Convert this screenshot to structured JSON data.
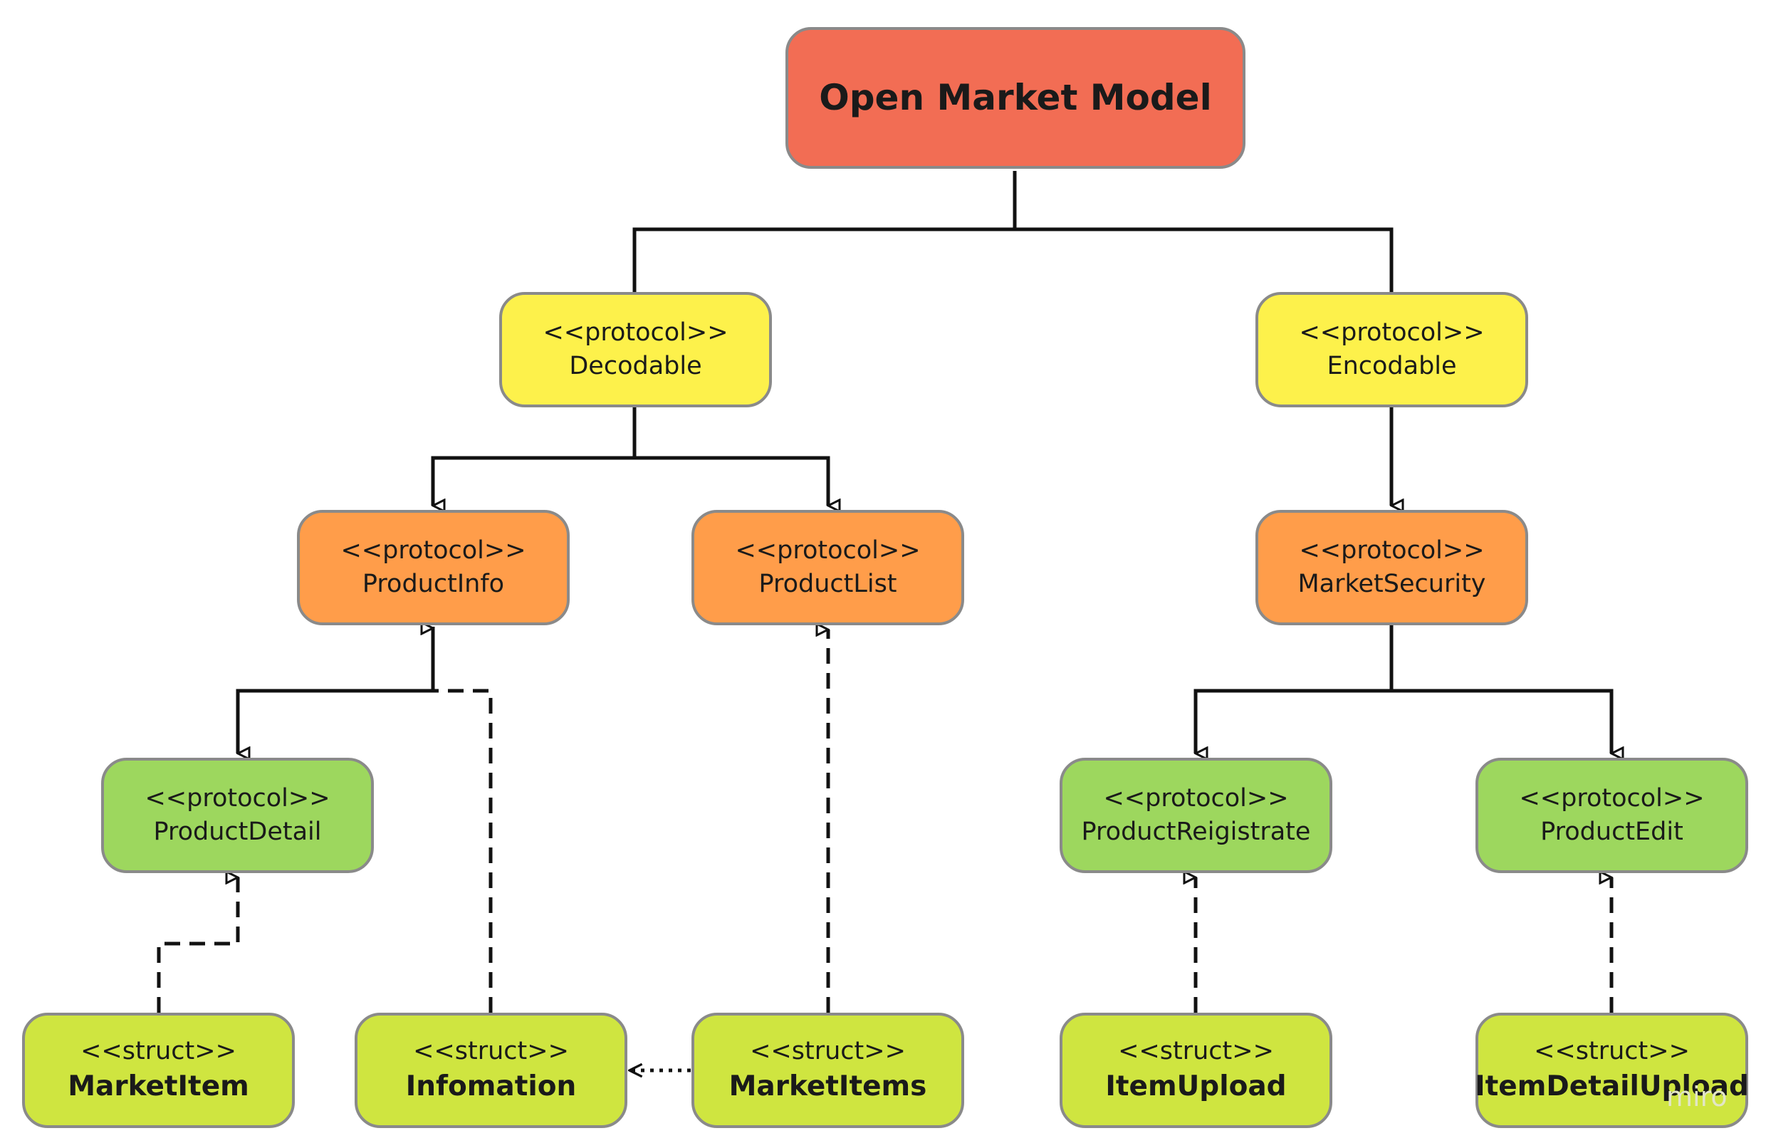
{
  "title": "Open Market Model",
  "nodes": {
    "decodable": {
      "stereotype": "<<protocol>>",
      "name": "Decodable"
    },
    "encodable": {
      "stereotype": "<<protocol>>",
      "name": "Encodable"
    },
    "product_info": {
      "stereotype": "<<protocol>>",
      "name": "ProductInfo"
    },
    "product_list": {
      "stereotype": "<<protocol>>",
      "name": "ProductList"
    },
    "market_security": {
      "stereotype": "<<protocol>>",
      "name": "MarketSecurity"
    },
    "product_detail": {
      "stereotype": "<<protocol>>",
      "name": "ProductDetail"
    },
    "product_reigistrate": {
      "stereotype": "<<protocol>>",
      "name": "ProductReigistrate"
    },
    "product_edit": {
      "stereotype": "<<protocol>>",
      "name": "ProductEdit"
    },
    "market_item": {
      "stereotype": "<<struct>>",
      "name": "MarketItem"
    },
    "infomation": {
      "stereotype": "<<struct>>",
      "name": "Infomation"
    },
    "market_items": {
      "stereotype": "<<struct>>",
      "name": "MarketItems"
    },
    "item_upload": {
      "stereotype": "<<struct>>",
      "name": "ItemUpload"
    },
    "item_detail_upload": {
      "stereotype": "<<struct>>",
      "name": "ItemDetailUpload"
    }
  },
  "watermark": "miro",
  "colors": {
    "root": "#f26d54",
    "base_protocol": "#fdf14b",
    "mid_protocol": "#ff9d4a",
    "leaf_protocol": "#9dd75e",
    "struct": "#cfe540",
    "border": "#8a8a8a",
    "connector": "#111111"
  }
}
